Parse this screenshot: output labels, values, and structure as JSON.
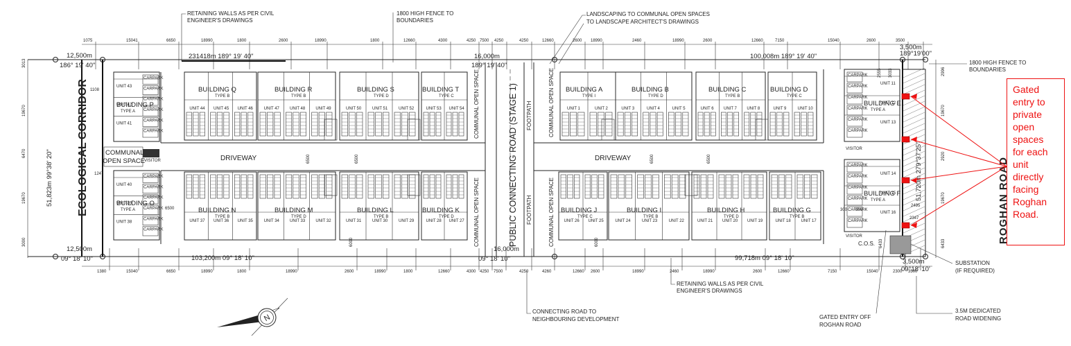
{
  "top_notes": {
    "retaining_walls": [
      "RETAINING WALLS AS PER CIVIL",
      "ENGINEER'S DRAWINGS"
    ],
    "fence": [
      "1800 HIGH FENCE TO",
      "BOUNDARIES"
    ],
    "landscaping": [
      "LANDSCAPING TO COMMUNAL OPEN SPACES",
      "TO LANDSCAPE ARCHITECT'S DRAWINGS"
    ],
    "fence_right": [
      "1800 HIGH FENCE TO",
      "BOUNDARIES"
    ]
  },
  "bottom_notes": {
    "retaining_walls": [
      "RETAINING WALLS AS PER CIVIL",
      "ENGINEER'S DRAWINGS"
    ],
    "connecting_road": [
      "CONNECTING ROAD TO",
      "NEIGHBOURING DEVELOPMENT"
    ],
    "gated_entry": [
      "GATED ENTRY OFF",
      "ROGHAN ROAD"
    ],
    "substation": [
      "SUBSTATION",
      "(IF REQUIRED)"
    ],
    "road_widening": [
      "3.5M DEDICATED",
      "ROAD WIDENING"
    ]
  },
  "dims_top": [
    "1075",
    "15041",
    "6650",
    "18990",
    "1800",
    "2600",
    "18990",
    "1800",
    "12660",
    "4300",
    "4250",
    "7500",
    "4250",
    "4250",
    "12660",
    "2600",
    "18990",
    "2460",
    "18990",
    "2600",
    "12660",
    "7150",
    "15040",
    "2600",
    "3500"
  ],
  "dims_bottom": [
    "1380",
    "15040",
    "6650",
    "18990",
    "1800",
    "18990",
    "2600",
    "18990",
    "1800",
    "12660",
    "4300",
    "4250",
    "7500",
    "4250",
    "4260",
    "12660",
    "2600",
    "18990",
    "2460",
    "18990",
    "2600",
    "12660",
    "7150",
    "15040",
    "2300",
    "3500"
  ],
  "survey": {
    "top_left": [
      "12,500m",
      "186° 19' 40\""
    ],
    "top_seg1": "231418m  189° 19' 40\"",
    "top_mid": [
      "16,000m",
      "189° 19' 40\""
    ],
    "top_seg2": "100,008m  189° 19' 40\"",
    "top_right": [
      "3,500m",
      "189°19'00\""
    ],
    "bottom_left": [
      "12,500m",
      "09° 18' 10\""
    ],
    "bottom_seg1": "103,200m  09° 18' 10\"",
    "bottom_mid": [
      "16,000m",
      "09° 18' 10\""
    ],
    "bottom_seg2": "99,718m  09° 18' 10\"",
    "bottom_right": [
      "3,500m",
      "09°18' 10'"
    ],
    "left_side": "51,823m  99°38' 20\"",
    "right_side": "51,720m  279°37'25\""
  },
  "left_dims": [
    "3013",
    "19670",
    "6470",
    "19670",
    "3000"
  ],
  "right_dims": [
    "2996",
    "19670",
    "2920",
    "19670",
    "6433"
  ],
  "labels": {
    "ecological_corridor": "ECOLOGICAL CORRIDOR",
    "communal_open_space_left": [
      "COMMUNAL",
      "OPEN SPACE"
    ],
    "driveway_left": "DRIVEWAY",
    "driveway_right": "DRIVEWAY",
    "public_road": "PUBLIC CONNECTING ROAD (STAGE 1)",
    "footpath": "FOOTPATH",
    "communal_open_space": "COMMUNAL OPEN SPACE",
    "roghan_road": "ROGHAN  ROAD",
    "cos": "C.O.S.",
    "visitor": "VISITOR",
    "carpark": "CARPARK",
    "north": "N"
  },
  "buildings_top": [
    {
      "name": "BUILDING Q",
      "type": "TYPE B",
      "units": [
        "UNIT 44",
        "UNIT 45",
        "UNIT 46"
      ]
    },
    {
      "name": "BUILDING R",
      "type": "TYPE B",
      "units": [
        "UNIT 47",
        "UNIT 48",
        "UNIT 49"
      ]
    },
    {
      "name": "BUILDING S",
      "type": "TYPE D",
      "units": [
        "UNIT 50",
        "UNIT 51",
        "UNIT 52"
      ]
    },
    {
      "name": "BUILDING T",
      "type": "TYPE C",
      "units": [
        "UNIT 53",
        "UNIT 54"
      ]
    },
    {
      "name": "BUILDING A",
      "type": "TYPE I",
      "units": [
        "UNIT 1",
        "UNIT 2"
      ]
    },
    {
      "name": "BUILDING B",
      "type": "TYPE D",
      "units": [
        "UNIT 3",
        "UNIT 4",
        "UNIT 5"
      ]
    },
    {
      "name": "BUILDING C",
      "type": "TYPE B",
      "units": [
        "UNIT 6",
        "UNIT 7",
        "UNIT 8"
      ]
    },
    {
      "name": "BUILDING D",
      "type": "TYPE C",
      "units": [
        "UNIT 9",
        "UNIT 10"
      ]
    }
  ],
  "buildings_bottom": [
    {
      "name": "BUILDING N",
      "type": "TYPE B",
      "units": [
        "UNIT 37",
        "UNIT 36",
        "UNIT 35"
      ]
    },
    {
      "name": "BUILDING M",
      "type": "TYPE D",
      "units": [
        "UNIT 34",
        "UNIT 33",
        "UNIT 32"
      ]
    },
    {
      "name": "BUILDING L",
      "type": "TYPE B",
      "units": [
        "UNIT 31",
        "UNIT 30",
        "UNIT 29"
      ]
    },
    {
      "name": "BUILDING K",
      "type": "TYPE D",
      "units": [
        "UNIT 28",
        "UNIT 27"
      ]
    },
    {
      "name": "BUILDING J",
      "type": "TYPE C",
      "units": [
        "UNIT 26",
        "UNIT 25"
      ]
    },
    {
      "name": "BUILDING I",
      "type": "TYPE B",
      "units": [
        "UNIT 24",
        "UNIT 23",
        "UNIT 22"
      ]
    },
    {
      "name": "BUILDING H",
      "type": "TYPE D",
      "units": [
        "UNIT 21",
        "UNIT 20",
        "UNIT 19"
      ]
    },
    {
      "name": "BUILDING G",
      "type": "TYPE B",
      "units": [
        "UNIT 18",
        "UNIT 17"
      ]
    }
  ],
  "buildings_side": [
    {
      "name": "BUILDING P",
      "type": "TYPE A",
      "units": [
        "UNIT 43",
        "UNIT 42",
        "UNIT 41"
      ]
    },
    {
      "name": "BUILDING O",
      "type": "TYPE A",
      "units": [
        "UNIT 40",
        "UNIT 39",
        "UNIT 38"
      ]
    },
    {
      "name": "BUILDING E",
      "type": "TYPE A",
      "units": [
        "UNIT 11",
        "UNIT 12",
        "UNIT 13"
      ]
    },
    {
      "name": "BUILDING F",
      "type": "TYPE A",
      "units": [
        "UNIT 14",
        "UNIT 15",
        "UNIT 16"
      ]
    }
  ],
  "misc_dims": {
    "d6500_left": "6500",
    "d6500_a": "6500",
    "d6500_b": "6500",
    "d6500_c": "6500",
    "d6500_right": "6500",
    "d6000_left": "6000",
    "d6000_right": "6000",
    "d1247": "1247",
    "d1108": "1108",
    "d2555": "2555",
    "d3033": "3033",
    "d2495": "2495",
    "d2347": "2347",
    "d300": "300",
    "d350": "350",
    "d6433": "6433"
  },
  "callout": {
    "text": [
      "Gated",
      "entry to",
      "private",
      "open",
      "spaces",
      "for each",
      "unit",
      "directly",
      "facing",
      "Roghan",
      "Road."
    ],
    "color": "#ee1111"
  }
}
